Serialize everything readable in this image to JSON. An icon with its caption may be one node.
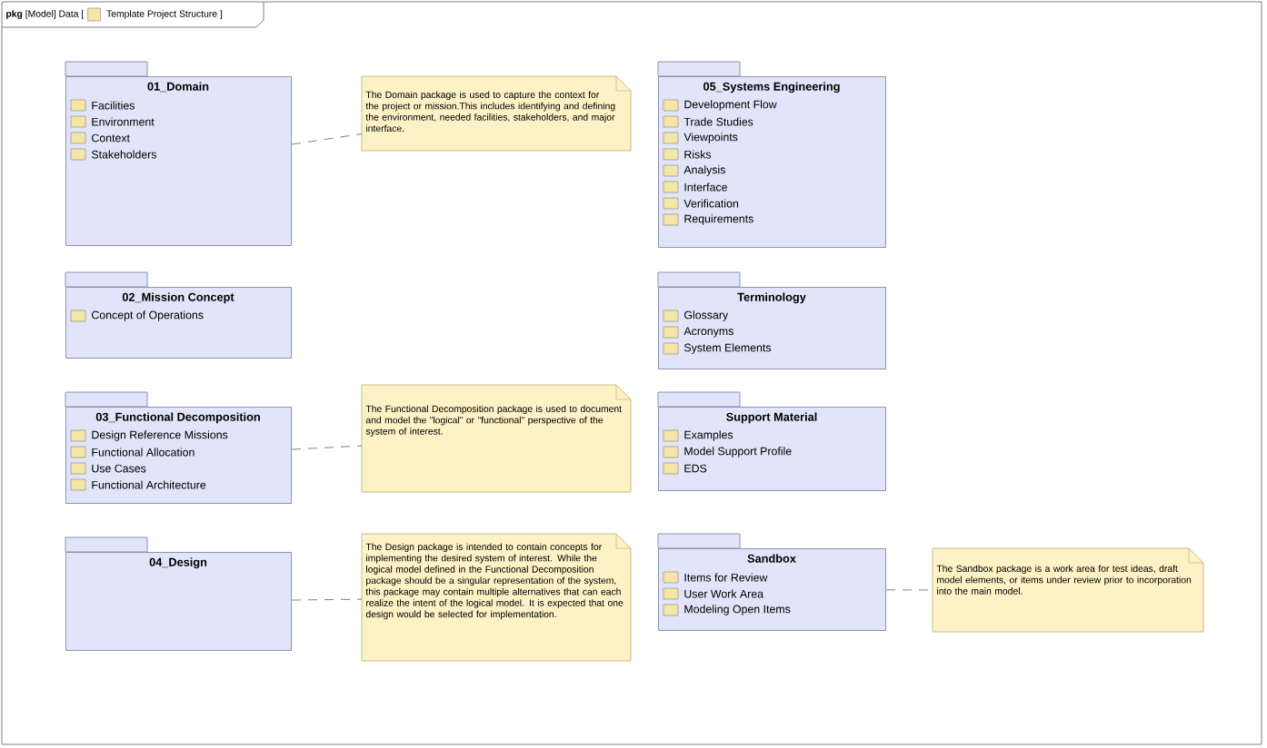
{
  "diagram": {
    "nodes": [
      {
        "text": [
          "01_Domain",
          "Facilities",
          "Environment",
          "Context",
          "Stakeholders"
        ]
      },
      {
        "text": [
          "The Domain package is used to capture the context for the project or mission.This includes identifying and defining the environment, needed facilities, stakeholders, and major interface."
        ]
      },
      {
        "text": [
          "05_Systems Engineering",
          "Development Flow",
          "Trade Studies",
          "Viewpoints",
          "Risks",
          "Analysis",
          "Interface",
          "Verification",
          "Requirements"
        ]
      },
      {
        "text": [
          "02_Mission Concept",
          "Concept of Operations"
        ]
      },
      {
        "text": [
          "Terminology",
          "Glossary",
          "Acronyms",
          "System Elements"
        ]
      },
      {
        "text": [
          "03_Functional Decomposition",
          "Design Reference Missions",
          "Functional Allocation",
          "Use Cases",
          "Functional Architecture"
        ]
      },
      {
        "text": [
          "The Functional Decomposition package is used to document and model the \"logical\" or \"functional\" perspective of the system of interest."
        ]
      },
      {
        "text": [
          "Support Material",
          "Examples",
          "Model Support Profile",
          "EDS"
        ]
      },
      {
        "text": [
          "04_Design"
        ]
      },
      {
        "text": [
          "The Design package is intended to contain concepts for implementing the desired system of interest. While the logical model defined in the Functional Decomposition package should be a singular representation of the system, this package may contain multiple alternatives that can each realize the intent of the logical model. It is expected that one design would be selected for implementation."
        ]
      },
      {
        "text": [
          "Sandbox",
          "Items for Review",
          "User Work Area",
          "Modeling Open Items"
        ]
      },
      {
        "text": [
          "The Sandbox package is a work area for test ideas, draft model elements, or items under review prior to incorporation into the main model."
        ]
      }
    ],
    "edges": [
      {
        "from": 0,
        "to": 1,
        "arrow": "none",
        "style": "dashed"
      },
      {
        "from": 5,
        "to": 6,
        "arrow": "none",
        "style": "dashed"
      },
      {
        "from": 8,
        "to": 9,
        "arrow": "none",
        "style": "dashed"
      },
      {
        "from": 10,
        "to": 11,
        "arrow": "none",
        "style": "dashed"
      }
    ],
    "labels": [
      "**pkg** [Model] Data [",
      "Template Project Structure ]"
    ]
  }
}
